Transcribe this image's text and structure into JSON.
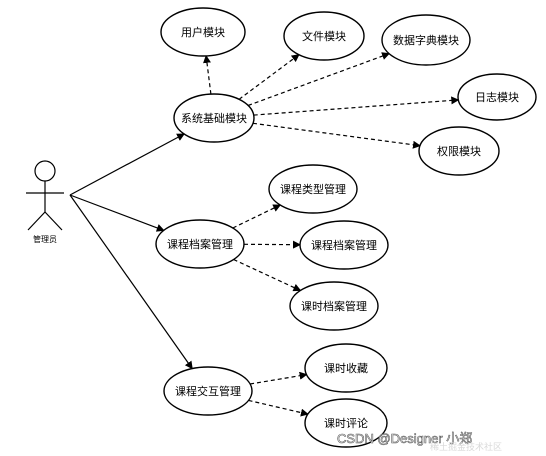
{
  "diagram": {
    "actor": {
      "label": "管理员"
    },
    "use_cases": {
      "sys_base": "系统基础模块",
      "user": "用户模块",
      "file": "文件模块",
      "dict": "数据字典模块",
      "log": "日志模块",
      "perm": "权限模块",
      "course_archive_mgmt": "课程档案管理",
      "course_type_mgmt": "课程类型管理",
      "course_archive_sub": "课程档案管理",
      "lesson_archive": "课时档案管理",
      "course_interact": "课程交互管理",
      "lesson_fav": "课时收藏",
      "lesson_comment": "课时评论"
    },
    "links": {
      "solid": [
        [
          "actor",
          "sys_base"
        ],
        [
          "actor",
          "course_archive_mgmt"
        ],
        [
          "actor",
          "course_interact"
        ]
      ],
      "dashed": [
        [
          "sys_base",
          "user"
        ],
        [
          "sys_base",
          "file"
        ],
        [
          "sys_base",
          "dict"
        ],
        [
          "sys_base",
          "log"
        ],
        [
          "sys_base",
          "perm"
        ],
        [
          "course_archive_mgmt",
          "course_type_mgmt"
        ],
        [
          "course_archive_mgmt",
          "course_archive_sub"
        ],
        [
          "course_archive_mgmt",
          "lesson_archive"
        ],
        [
          "course_interact",
          "lesson_fav"
        ],
        [
          "course_interact",
          "lesson_comment"
        ]
      ]
    }
  },
  "watermark": {
    "text": "CSDN @Designer 小郑",
    "subtext": "稀土掘金技术社区"
  }
}
